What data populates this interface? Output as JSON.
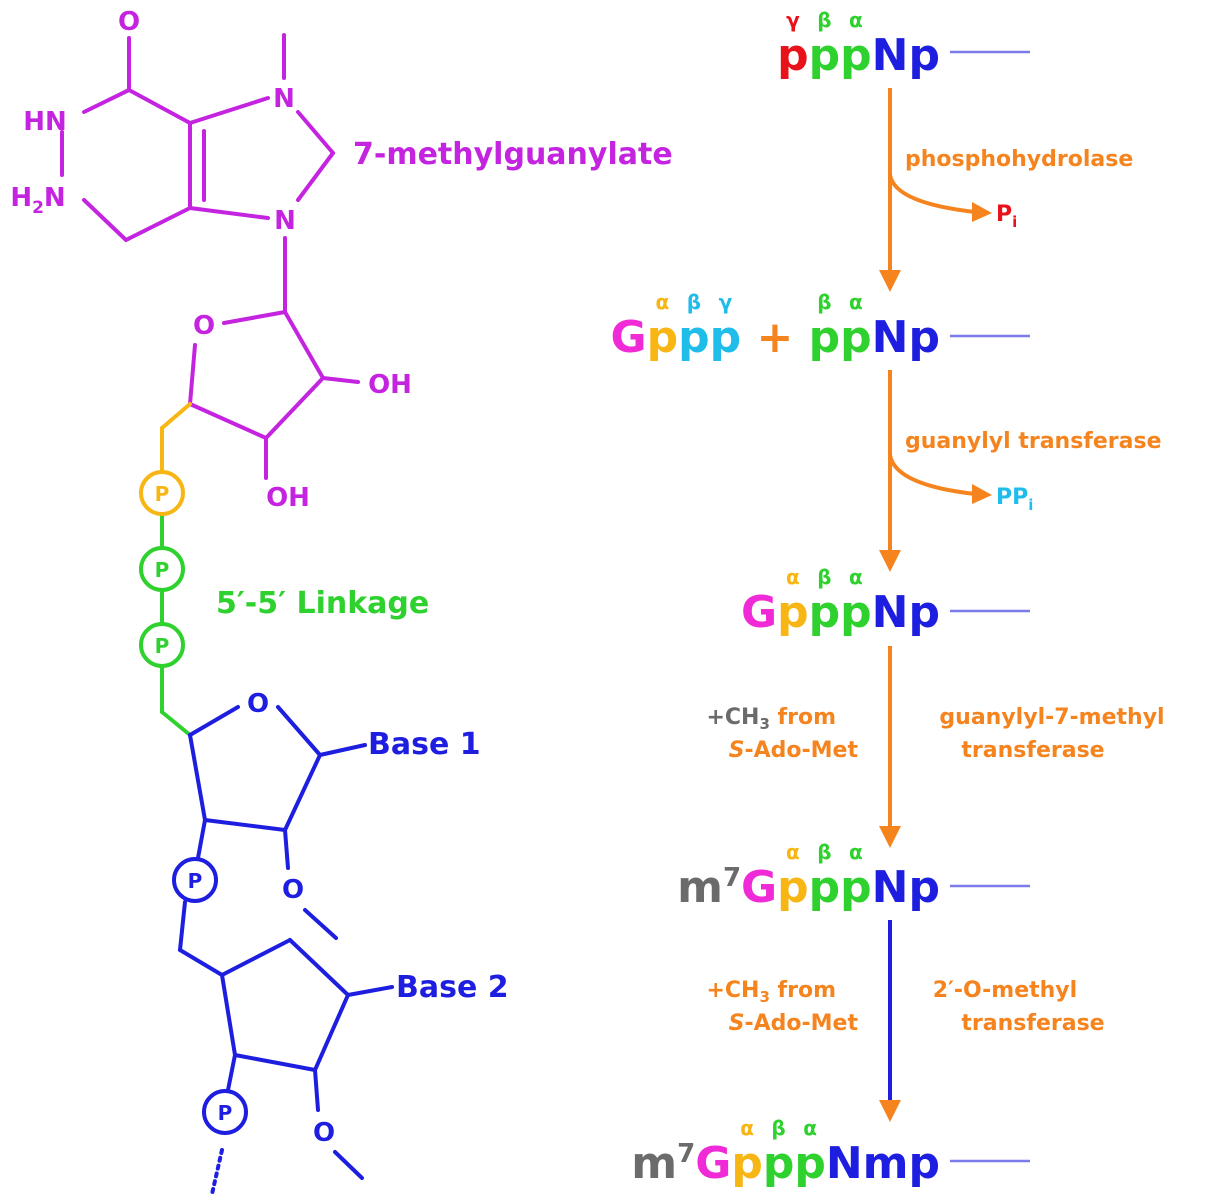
{
  "colors": {
    "magenta": "#c424e0",
    "green": "#2fd12f",
    "blue": "#1e1ee0",
    "orange": "#f5841f",
    "red": "#e8121a",
    "yellow": "#f7b613",
    "cyan": "#20bcea",
    "pink": "#ef2ad6",
    "gray": "#6b6b6b"
  },
  "structure": {
    "atoms": {
      "carbonyl_o": "O",
      "hn": "HN",
      "h2n_h": "H",
      "h2n_sub": "2",
      "h2n_n": "N",
      "n_top": "N",
      "n_bottom": "N",
      "ring_o": "O",
      "oh_right": "OH",
      "oh_bottom": "OH",
      "ribose1_o": "O",
      "o_methyl1": "O",
      "o_methyl2": "O"
    },
    "phosphates": [
      "P",
      "P",
      "P",
      "P",
      "P"
    ],
    "cap_label": "7-methylguanylate",
    "linkage_label": "5′-5′ Linkage",
    "base1_label": "Base 1",
    "base2_label": "Base 2"
  },
  "pathway": {
    "species": [
      {
        "name": "pppNp",
        "tokens": [
          {
            "t": "p",
            "color": "red",
            "greek": "γ",
            "greek_color": "red"
          },
          {
            "t": "p",
            "color": "green",
            "greek": "β",
            "greek_color": "green"
          },
          {
            "t": "p",
            "color": "green",
            "greek": "α",
            "greek_color": "green"
          },
          {
            "t": "N",
            "color": "blue"
          },
          {
            "t": "p",
            "color": "blue"
          }
        ]
      },
      {
        "name": "Gppp + ppNp",
        "tokens": [
          {
            "t": "G",
            "color": "pink"
          },
          {
            "t": "p",
            "color": "yellow",
            "greek": "α",
            "greek_color": "yellow"
          },
          {
            "t": "p",
            "color": "cyan",
            "greek": "β",
            "greek_color": "cyan"
          },
          {
            "t": "p",
            "color": "cyan",
            "greek": "γ",
            "greek_color": "cyan"
          },
          {
            "t": " + ",
            "color": "orange"
          },
          {
            "t": "p",
            "color": "green",
            "greek": "β",
            "greek_color": "green"
          },
          {
            "t": "p",
            "color": "green",
            "greek": "α",
            "greek_color": "green"
          },
          {
            "t": "N",
            "color": "blue"
          },
          {
            "t": "p",
            "color": "blue"
          }
        ]
      },
      {
        "name": "GpppNp",
        "tokens": [
          {
            "t": "G",
            "color": "pink"
          },
          {
            "t": "p",
            "color": "yellow",
            "greek": "α",
            "greek_color": "yellow"
          },
          {
            "t": "p",
            "color": "green",
            "greek": "β",
            "greek_color": "green"
          },
          {
            "t": "p",
            "color": "green",
            "greek": "α",
            "greek_color": "green"
          },
          {
            "t": "N",
            "color": "blue"
          },
          {
            "t": "p",
            "color": "blue"
          }
        ]
      },
      {
        "name": "m7GpppNp",
        "tokens": [
          {
            "t": "m",
            "color": "gray"
          },
          {
            "t": "7",
            "color": "gray",
            "sup": true
          },
          {
            "t": "G",
            "color": "pink"
          },
          {
            "t": "p",
            "color": "yellow",
            "greek": "α",
            "greek_color": "yellow"
          },
          {
            "t": "p",
            "color": "green",
            "greek": "β",
            "greek_color": "green"
          },
          {
            "t": "p",
            "color": "green",
            "greek": "α",
            "greek_color": "green"
          },
          {
            "t": "N",
            "color": "blue"
          },
          {
            "t": "p",
            "color": "blue"
          }
        ]
      },
      {
        "name": "m7GpppNmp",
        "tokens": [
          {
            "t": "m",
            "color": "gray"
          },
          {
            "t": "7",
            "color": "gray",
            "sup": true
          },
          {
            "t": "G",
            "color": "pink"
          },
          {
            "t": "p",
            "color": "yellow",
            "greek": "α",
            "greek_color": "yellow"
          },
          {
            "t": "p",
            "color": "green",
            "greek": "β",
            "greek_color": "green"
          },
          {
            "t": "p",
            "color": "green",
            "greek": "α",
            "greek_color": "green"
          },
          {
            "t": "N",
            "color": "blue"
          },
          {
            "t": "m",
            "color": "blue"
          },
          {
            "t": "p",
            "color": "blue"
          }
        ]
      }
    ],
    "steps": [
      {
        "enzyme": [
          "phosphohydrolase"
        ],
        "byproduct": "P",
        "byproduct_sub": "i",
        "byproduct_color": "red",
        "arrow_color": "orange"
      },
      {
        "enzyme": [
          "guanylyl transferase"
        ],
        "byproduct": "PP",
        "byproduct_sub": "i",
        "byproduct_color": "cyan",
        "arrow_color": "orange"
      },
      {
        "enzyme": [
          "guanylyl-7-methyl",
          "transferase"
        ],
        "donor_ch3": "+CH",
        "donor_sub": "3",
        "donor_from": " from",
        "donor_line2_italic": "S",
        "donor_line2": "-Ado-Met",
        "ch3_color": "gray",
        "arrow_color": "orange"
      },
      {
        "enzyme": [
          "2′-O-methyl",
          "transferase"
        ],
        "donor_ch3": "+CH",
        "donor_sub": "3",
        "donor_from": " from",
        "donor_line2_italic": "S",
        "donor_line2": "-Ado-Met",
        "ch3_color": "orange",
        "arrow_color": "blue"
      }
    ]
  }
}
